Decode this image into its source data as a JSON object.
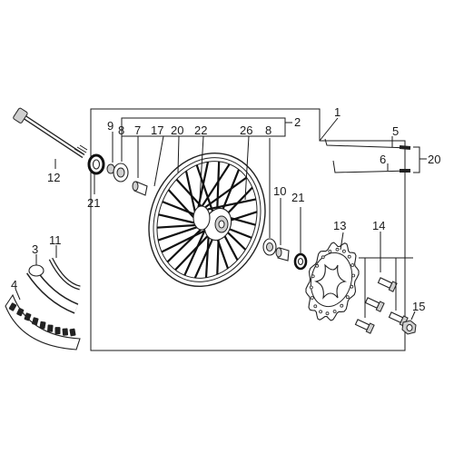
{
  "callouts": {
    "c1": "1",
    "c2": "2",
    "c3": "3",
    "c4": "4",
    "c5": "5",
    "c6": "6",
    "c7": "7",
    "c8a": "8",
    "c8b": "8",
    "c9": "9",
    "c10": "10",
    "c11": "11",
    "c12": "12",
    "c13": "13",
    "c14": "14",
    "c15": "15",
    "c17": "17",
    "c20a": "20",
    "c20b": "20",
    "c21a": "21",
    "c21b": "21",
    "c22": "22",
    "c26": "26"
  }
}
